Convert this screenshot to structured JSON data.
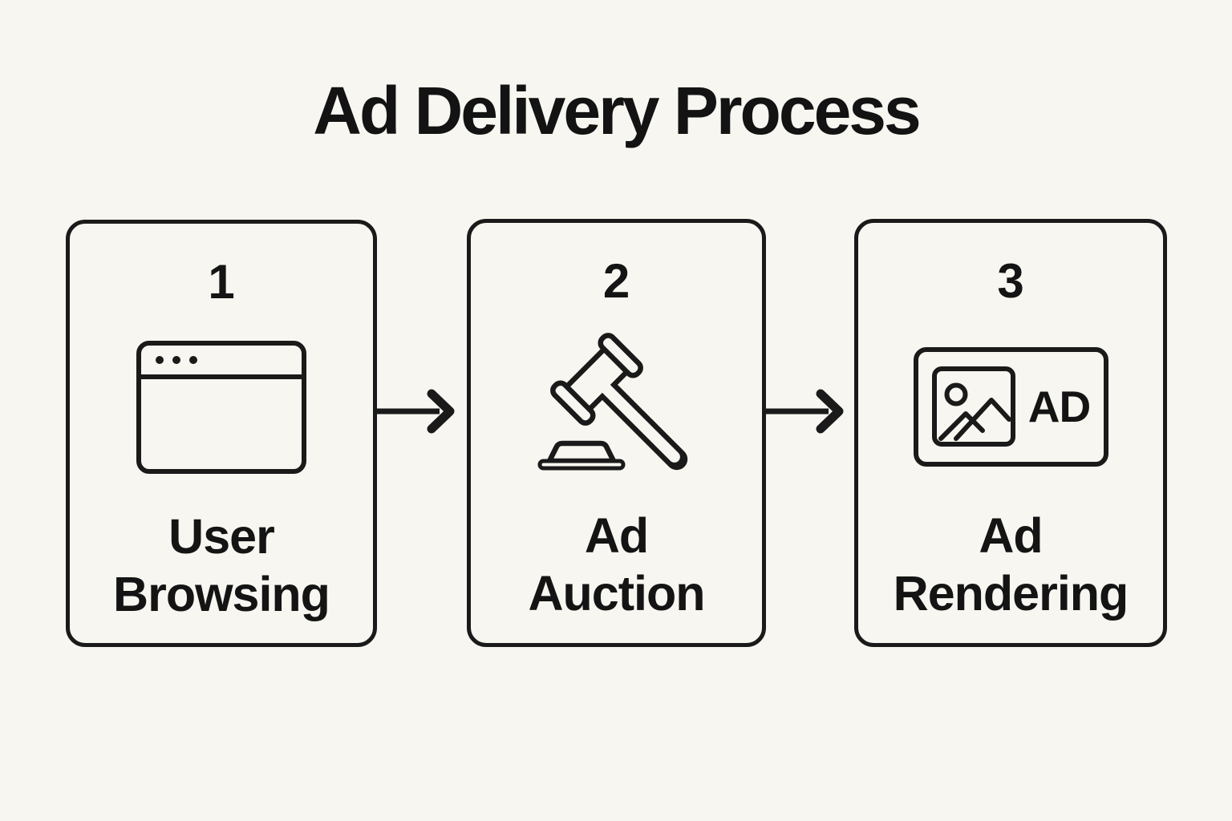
{
  "title": "Ad Delivery Process",
  "colors": {
    "background": "#F8F6F0",
    "ink": "#1A1A1A",
    "text": "#141414"
  },
  "steps": [
    {
      "number": "1",
      "icon": "browser-window-icon",
      "label": [
        "User",
        "Browsing"
      ]
    },
    {
      "number": "2",
      "icon": "gavel-icon",
      "label": [
        "Ad",
        "Auction"
      ]
    },
    {
      "number": "3",
      "icon": "ad-banner-icon",
      "badge": "AD",
      "label": [
        "Ad",
        "Rendering"
      ]
    }
  ],
  "connectors": [
    {
      "from": "1",
      "to": "2",
      "icon": "arrow-right-icon"
    },
    {
      "from": "2",
      "to": "3",
      "icon": "arrow-right-icon"
    }
  ]
}
